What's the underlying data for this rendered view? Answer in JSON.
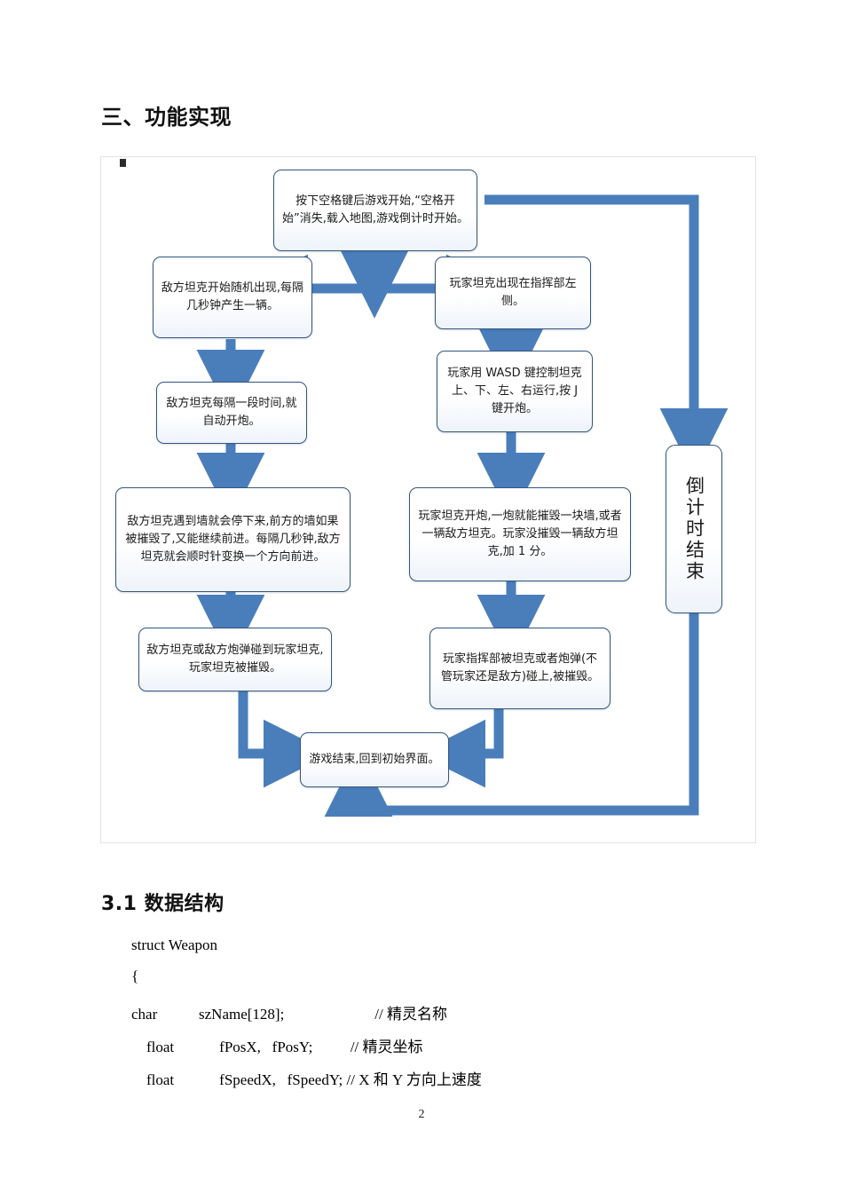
{
  "document": {
    "heading": "三、功能实现",
    "subheading": "3.1 数据结构",
    "page_number": "2"
  },
  "code": {
    "lines": [
      "struct Weapon",
      "{",
      "char           szName[128];                        // 精灵名称",
      "    float            fPosX,   fPosY;          // 精灵坐标",
      "    float            fSpeedX,   fSpeedY; // X 和 Y 方向上速度"
    ],
    "line1": "struct Weapon",
    "line2": "{",
    "line3": "char           szName[128];                        // 精灵名称",
    "line4": "    float            fPosX,   fPosY;          // 精灵坐标",
    "line5": "    float            fSpeedX,   fSpeedY; // X 和 Y 方向上速度"
  },
  "flowchart": {
    "accent_color": "#4a7ebb",
    "accent_dark": "#35608f",
    "border_color": "#33567f",
    "nodes": {
      "start": "按下空格键后游戏开始,“空格开始”消失,载入地图,游戏倒计时开始。",
      "enemy_spawn": "敌方坦克开始随机出现,每隔几秒钟产生一辆。",
      "player_spawn": "玩家坦克出现在指挥部左侧。",
      "player_control": "玩家用 WASD 键控制坦克上、下、左、右运行,按 J 键开炮。",
      "enemy_fire": "敌方坦克每隔一段时间,就自动开炮。",
      "enemy_move": "敌方坦克遇到墙就会停下来,前方的墙如果被摧毁了,又能继续前进。每隔几秒钟,敌方坦克就会顺时针变换一个方向前进。",
      "player_fire": "玩家坦克开炮,一炮就能摧毁一块墙,或者一辆敌方坦克。玩家没摧毁一辆敌方坦克,加 1 分。",
      "player_destroyed": "敌方坦克或敌方炮弹碰到玩家坦克,玩家坦克被摧毁。",
      "base_destroyed": "玩家指挥部被坦克或者炮弹(不管玩家还是敌方)碰上,被摧毁。",
      "game_over": "游戏结束,回到初始界面。",
      "countdown_end": "倒计时结束"
    }
  }
}
